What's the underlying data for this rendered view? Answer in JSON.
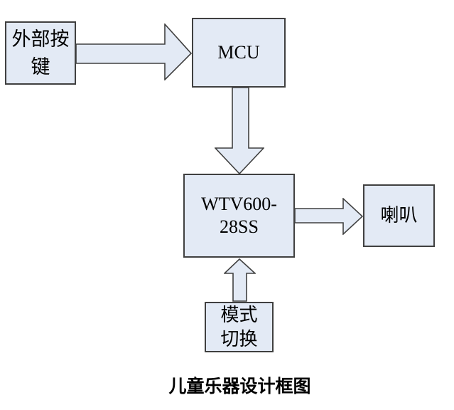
{
  "diagram": {
    "caption": "儿童乐器设计框图",
    "boxes": [
      {
        "id": "external-buttons",
        "lines": [
          "外部按",
          "键"
        ]
      },
      {
        "id": "mcu",
        "lines": [
          "MCU"
        ]
      },
      {
        "id": "wtv600-28ss",
        "lines": [
          "WTV600-",
          "28SS"
        ]
      },
      {
        "id": "speaker",
        "lines": [
          "喇叭"
        ]
      },
      {
        "id": "mode-switch",
        "lines": [
          "模式",
          "切换"
        ]
      }
    ],
    "connections": [
      {
        "from": "external-buttons",
        "to": "mcu",
        "direction": "right"
      },
      {
        "from": "mcu",
        "to": "wtv600-28ss",
        "direction": "down"
      },
      {
        "from": "wtv600-28ss",
        "to": "speaker",
        "direction": "right"
      },
      {
        "from": "mode-switch",
        "to": "wtv600-28ss",
        "direction": "up"
      }
    ]
  },
  "colors": {
    "background": "#ffffff",
    "shape_fill": "#e3eaf5",
    "shape_border": "#404040",
    "text": "#000000"
  }
}
